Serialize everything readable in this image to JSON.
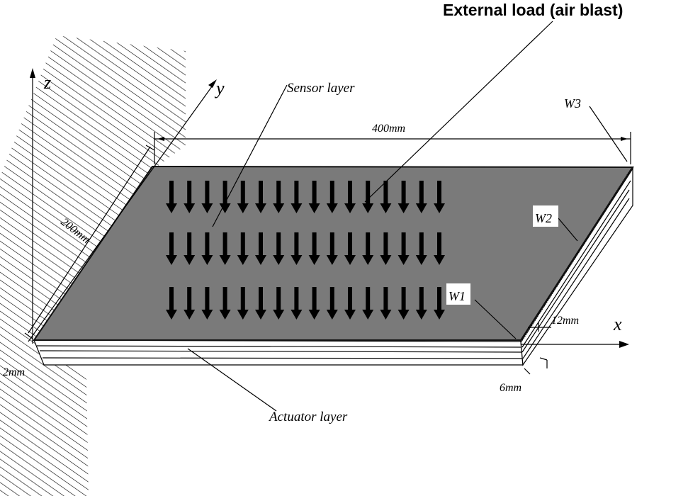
{
  "title_label": "External load (air blast)",
  "labels": {
    "axis_z": "z",
    "axis_y": "y",
    "axis_x": "x",
    "sensor_layer": "Sensor layer",
    "actuator_layer": "Actuator layer",
    "length_dim": "400mm",
    "width_dim": "200mm",
    "thickness_total": "12mm",
    "thickness_layer": "2mm",
    "thickness_mid": "6mm",
    "w1": "W1",
    "w2": "W2",
    "w3": "W3"
  },
  "load_arrows": {
    "rows": 3,
    "per_row": 16
  },
  "colors": {
    "plate_top": "#7a7a7a",
    "plate_edge": "#1a1a1a",
    "arrow": "#000000",
    "hatch": "#000000"
  }
}
